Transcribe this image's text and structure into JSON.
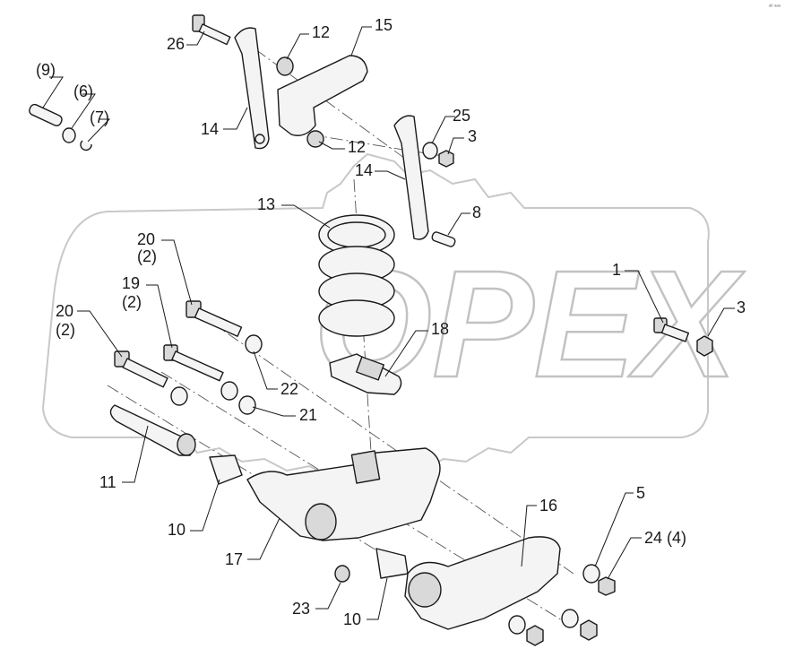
{
  "diagram": {
    "watermark_text": "OPEX",
    "corner_mark": "ᵃᵇ ᵃᵃᵃ",
    "callouts": [
      {
        "id": "c9",
        "text": "(9)"
      },
      {
        "id": "c6",
        "text": "(6)"
      },
      {
        "id": "c7",
        "text": "(7)"
      },
      {
        "id": "c26",
        "text": "26"
      },
      {
        "id": "c12a",
        "text": "12"
      },
      {
        "id": "c15",
        "text": "15"
      },
      {
        "id": "c14a",
        "text": "14"
      },
      {
        "id": "c12b",
        "text": "12"
      },
      {
        "id": "c25",
        "text": "25"
      },
      {
        "id": "c3a",
        "text": "3"
      },
      {
        "id": "c14b",
        "text": "14"
      },
      {
        "id": "c13",
        "text": "13"
      },
      {
        "id": "c8",
        "text": "8"
      },
      {
        "id": "c20a",
        "text": "20"
      },
      {
        "id": "c20a2",
        "text": "(2)"
      },
      {
        "id": "c19",
        "text": "19"
      },
      {
        "id": "c19b",
        "text": "(2)"
      },
      {
        "id": "c1",
        "text": "1"
      },
      {
        "id": "c3b",
        "text": "3"
      },
      {
        "id": "c20b",
        "text": "20"
      },
      {
        "id": "c20b2",
        "text": "(2)"
      },
      {
        "id": "c18",
        "text": "18"
      },
      {
        "id": "c22",
        "text": "22"
      },
      {
        "id": "c21",
        "text": "21"
      },
      {
        "id": "c11",
        "text": "11"
      },
      {
        "id": "c10a",
        "text": "10"
      },
      {
        "id": "c16",
        "text": "16"
      },
      {
        "id": "c5",
        "text": "5"
      },
      {
        "id": "c24",
        "text": "24 (4)"
      },
      {
        "id": "c17",
        "text": "17"
      },
      {
        "id": "c23",
        "text": "23"
      },
      {
        "id": "c10b",
        "text": "10"
      }
    ]
  }
}
